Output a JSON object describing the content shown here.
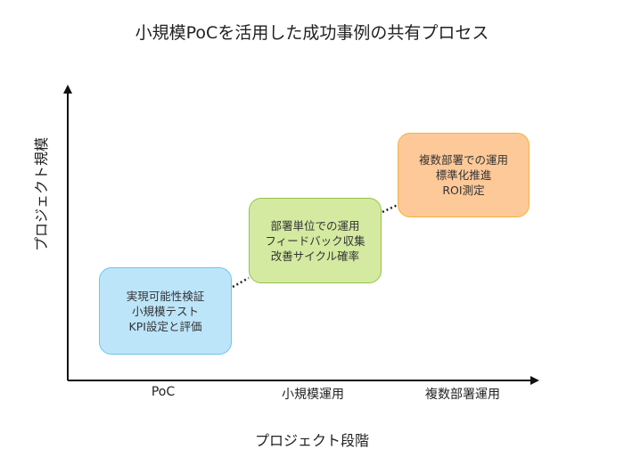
{
  "title": "小規模PoCを活用した成功事例の共有プロセス",
  "axes": {
    "x_label": "プロジェクト段階",
    "y_label": "プロジェクト規模",
    "x_ticks": [
      "PoC",
      "小規模運用",
      "複数部署運用"
    ]
  },
  "stages": [
    {
      "lines": [
        "実現可能性検証",
        "小規模テスト",
        "KPI設定と評価"
      ],
      "color": "#bde5fa",
      "border": "#6cc6ef"
    },
    {
      "lines": [
        "部署単位での運用",
        "フィードバック収集",
        "改善サイクル確率"
      ],
      "color": "#d4eaa1",
      "border": "#95c24a"
    },
    {
      "lines": [
        "複数部署での運用",
        "標準化推進",
        "ROI測定"
      ],
      "color": "#fdc998",
      "border": "#f4b23c"
    }
  ]
}
